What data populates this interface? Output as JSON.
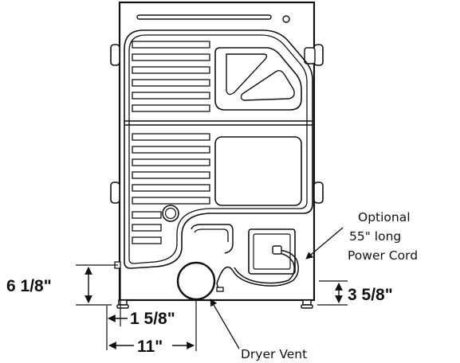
{
  "labels": {
    "power_cord_line1": "Optional",
    "power_cord_line2": "55\" long",
    "power_cord_line3": "Power Cord",
    "dryer_vent": "Dryer Vent",
    "dim_left_height": "6 1/8\"",
    "dim_right_height": "3 5/8\"",
    "dim_side_offset": "1 5/8\"",
    "dim_vent_offset": "11\""
  },
  "colors": {
    "stroke": "#111111",
    "background": "#ffffff"
  }
}
